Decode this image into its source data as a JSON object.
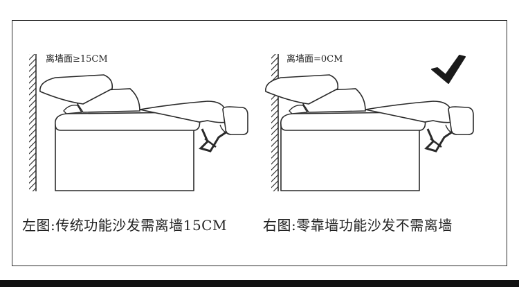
{
  "left_panel": {
    "distance_label": "离墙面≥15CM",
    "caption": "左图:传统功能沙发需离墙15CM"
  },
  "right_panel": {
    "distance_label": "离墙面=0CM",
    "caption": "右图:零靠墙功能沙发不需离墙"
  },
  "icons": {
    "check": "checkmark-icon",
    "wall": "wall-hatch-icon",
    "sofa": "recliner-sofa-icon"
  },
  "colors": {
    "line": "#2a2a2a",
    "mechanism": "#3a3a3a"
  }
}
